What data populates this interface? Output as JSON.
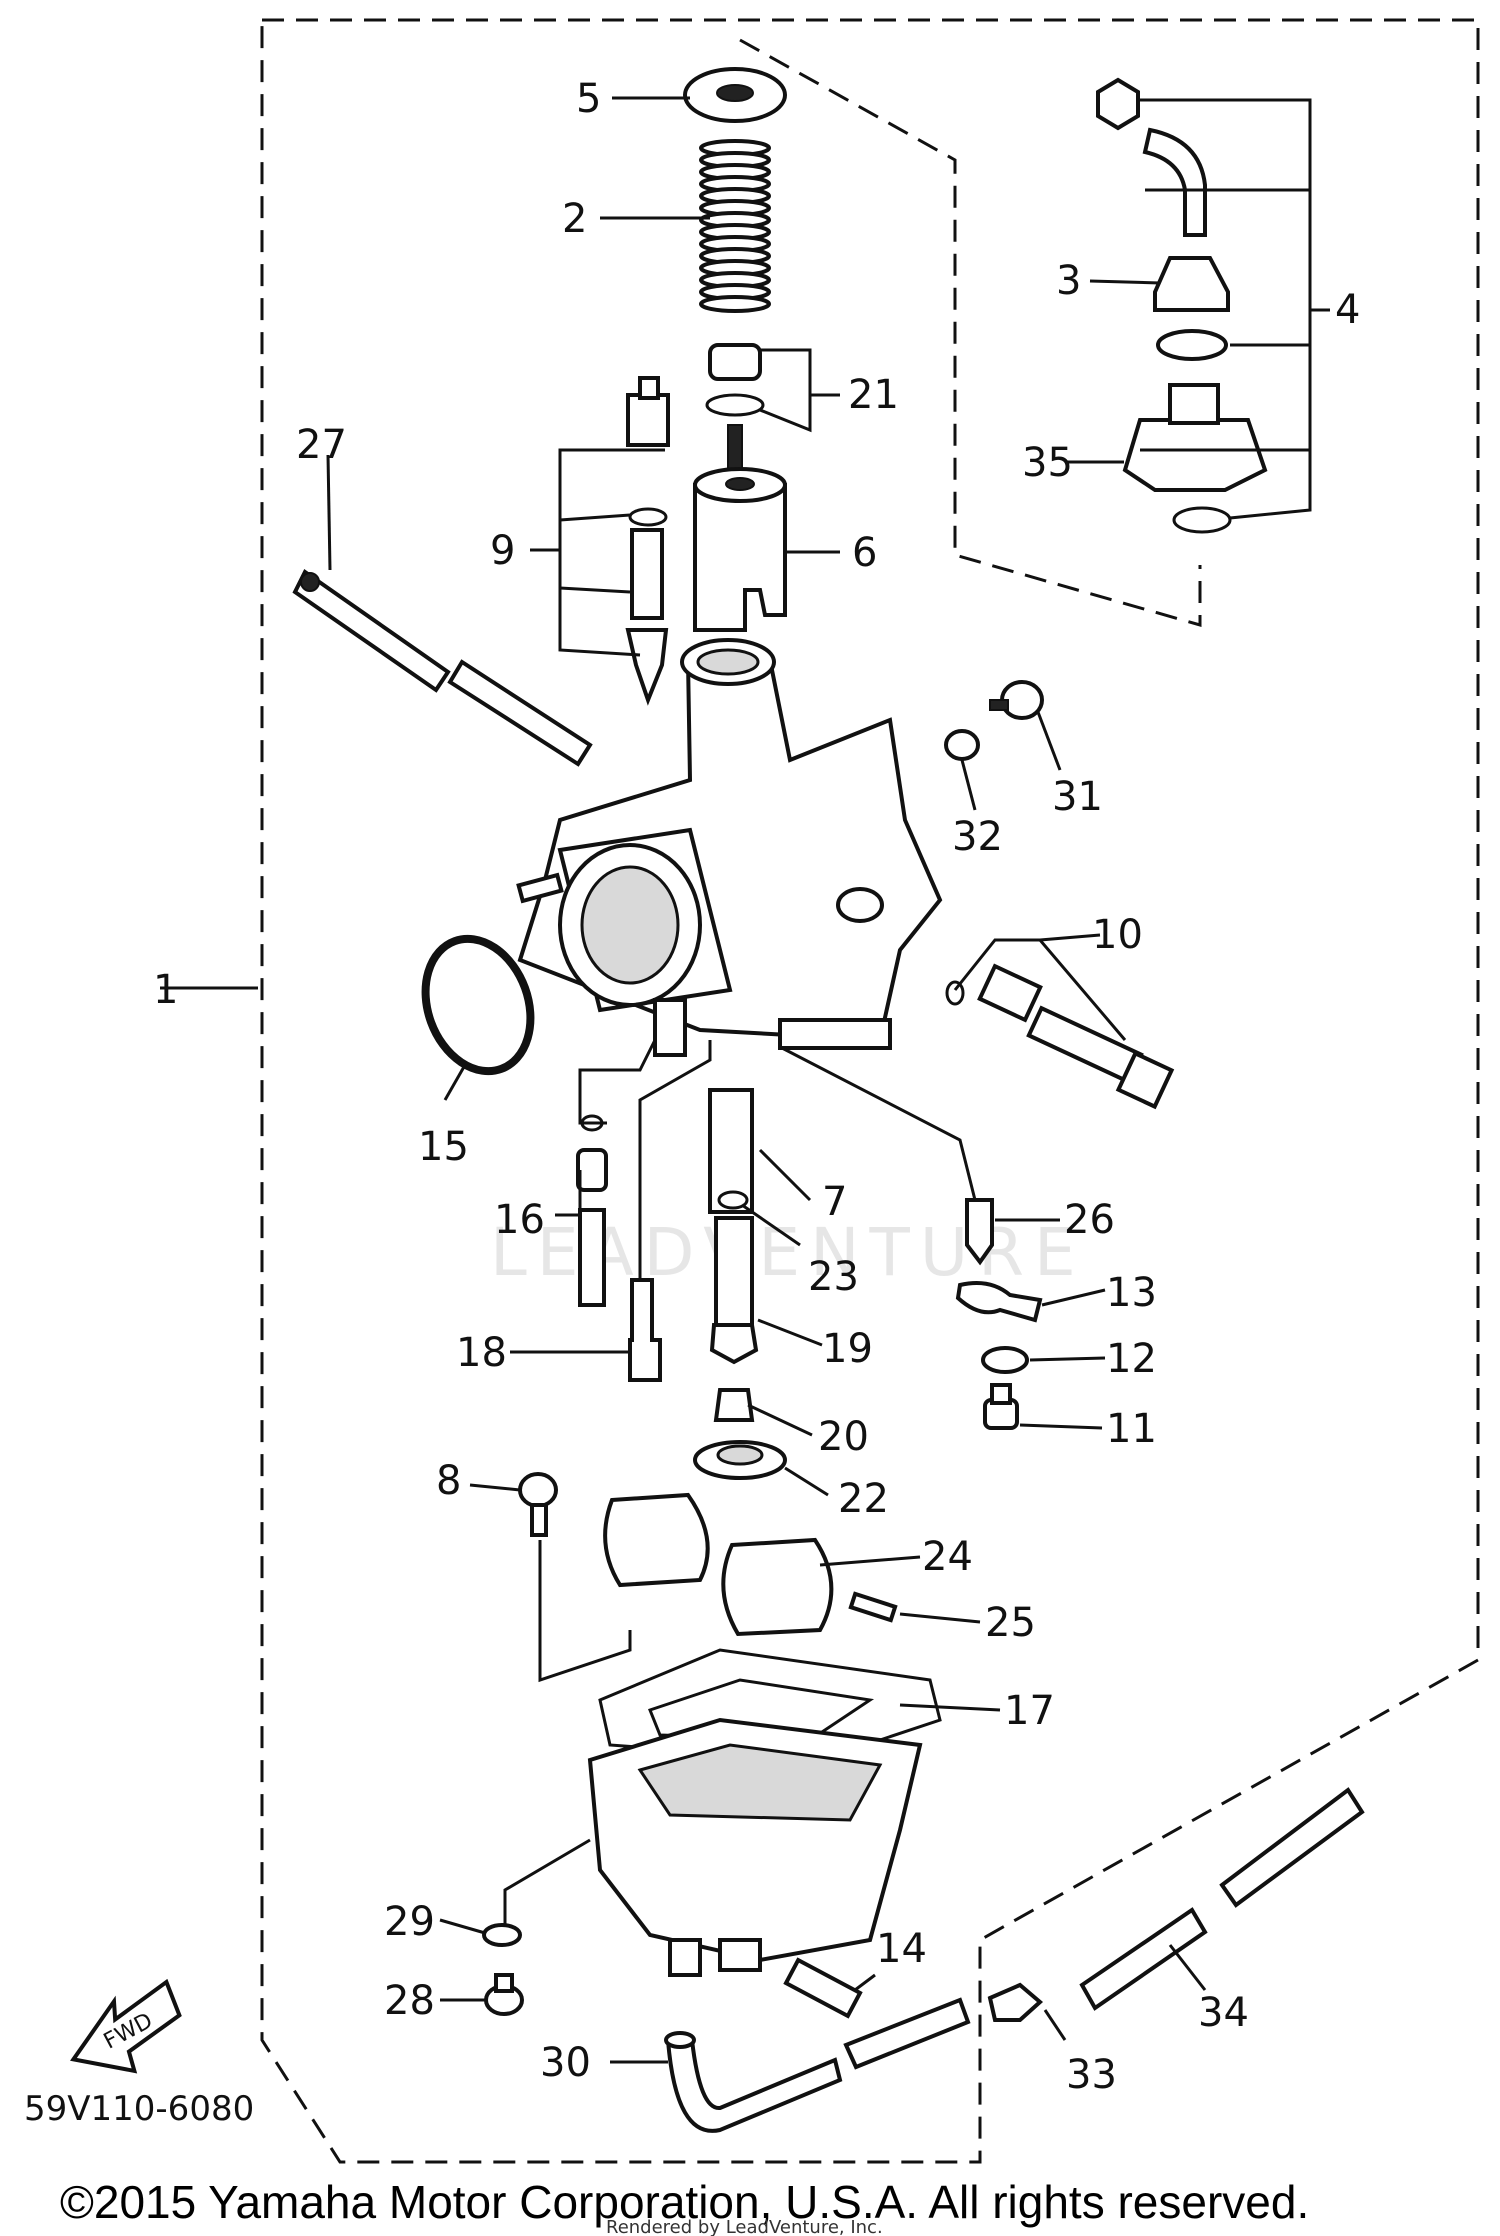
{
  "diagram_code": "59V110-6080",
  "copyright": "©2015 Yamaha Motor Corporation, U.S.A. All rights reserved.",
  "rendered_by": "Rendered by LeadVenture, Inc.",
  "watermark": "LEADVENTURE",
  "fwd_label": "FWD",
  "callouts": [
    "1",
    "2",
    "3",
    "4",
    "5",
    "6",
    "7",
    "8",
    "9",
    "10",
    "11",
    "12",
    "13",
    "14",
    "15",
    "16",
    "17",
    "18",
    "19",
    "20",
    "21",
    "22",
    "23",
    "24",
    "25",
    "26",
    "27",
    "28",
    "29",
    "30",
    "31",
    "32",
    "33",
    "34",
    "35"
  ]
}
